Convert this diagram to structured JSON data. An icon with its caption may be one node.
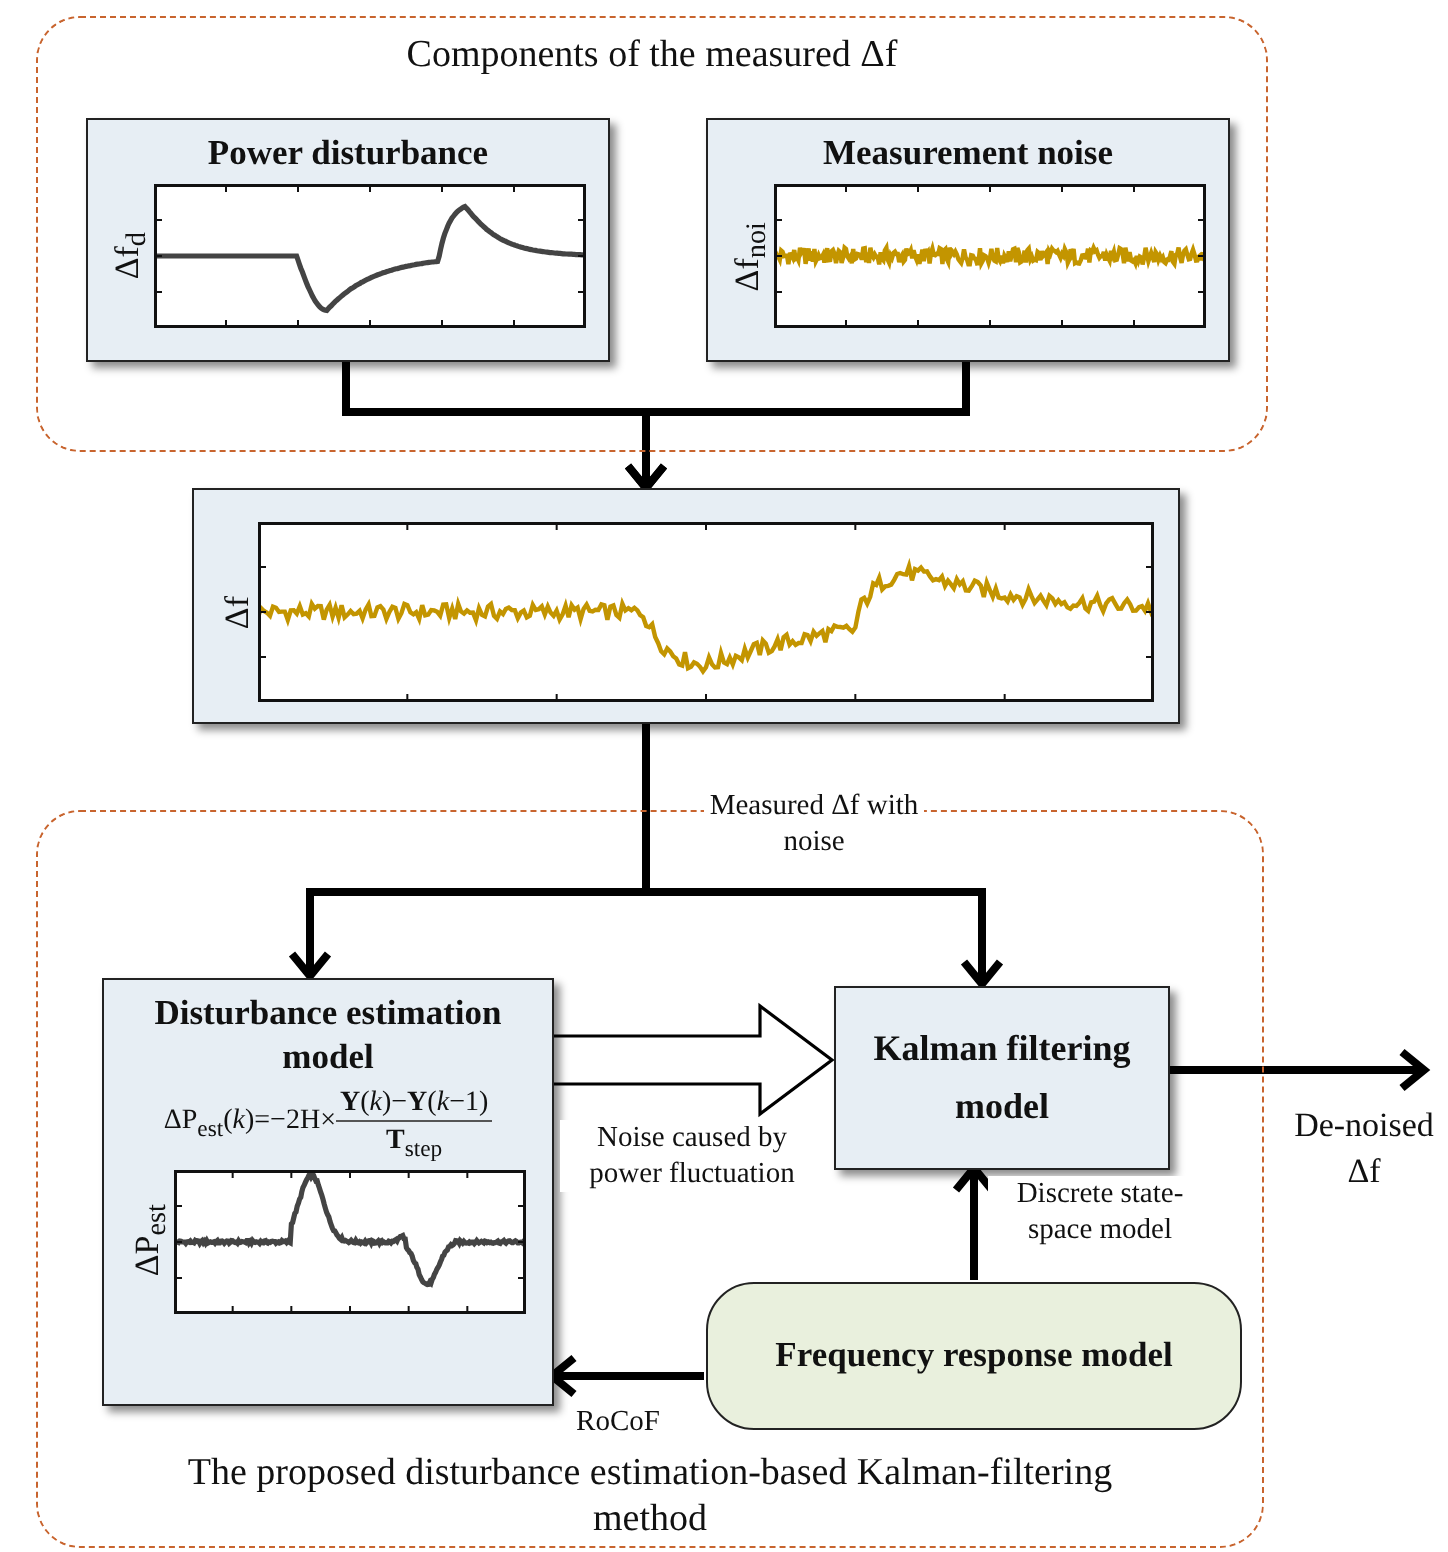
{
  "diagram": {
    "nodes": [
      {
        "text": [
          "Components of the measured Δf"
        ]
      },
      {
        "text": [
          "Power disturbance",
          "Δf$_{d}$"
        ],
        "in": 0
      },
      {
        "text": [
          "Measurement noise",
          "Δf$_{noi}$"
        ],
        "in": 0
      },
      {
        "text": [
          "Δf"
        ]
      },
      {
        "text": [
          "The proposed disturbance estimation-based Kalman-filtering method"
        ]
      },
      {
        "text": [
          "Disturbance estimation model",
          "ΔP$_{est}$(*k*)=−2H×",
          "**Y**(*k*)−**Y**(*k*−1)",
          "**T**$_{step}$",
          "ΔP$_{est}$"
        ],
        "in": 4
      },
      {
        "text": [
          "Kalman filtering model"
        ],
        "in": 4
      },
      {
        "text": [
          "Frequency response model"
        ],
        "in": 4
      }
    ],
    "edges": [
      {
        "from": 1,
        "to": 3,
        "arrow": "to"
      },
      {
        "from": 2,
        "to": 3,
        "arrow": "to"
      },
      {
        "from": 3,
        "to": 5,
        "arrow": "to"
      },
      {
        "from": 3,
        "to": 6,
        "arrow": "to",
        "label": "Measured Δf with noise"
      },
      {
        "from": 5,
        "to": 6,
        "arrow": "to",
        "style": "thick",
        "label": "Noise caused by power fluctuation"
      },
      {
        "from": 7,
        "to": 6,
        "arrow": "to",
        "label": "Discrete state-space model"
      },
      {
        "from": 7,
        "to": 5,
        "arrow": "to",
        "label": "RoCoF"
      },
      {
        "from": 6,
        "to": null,
        "arrow": "to"
      }
    ],
    "labels": [
      "De-noised Δf"
    ]
  }
}
